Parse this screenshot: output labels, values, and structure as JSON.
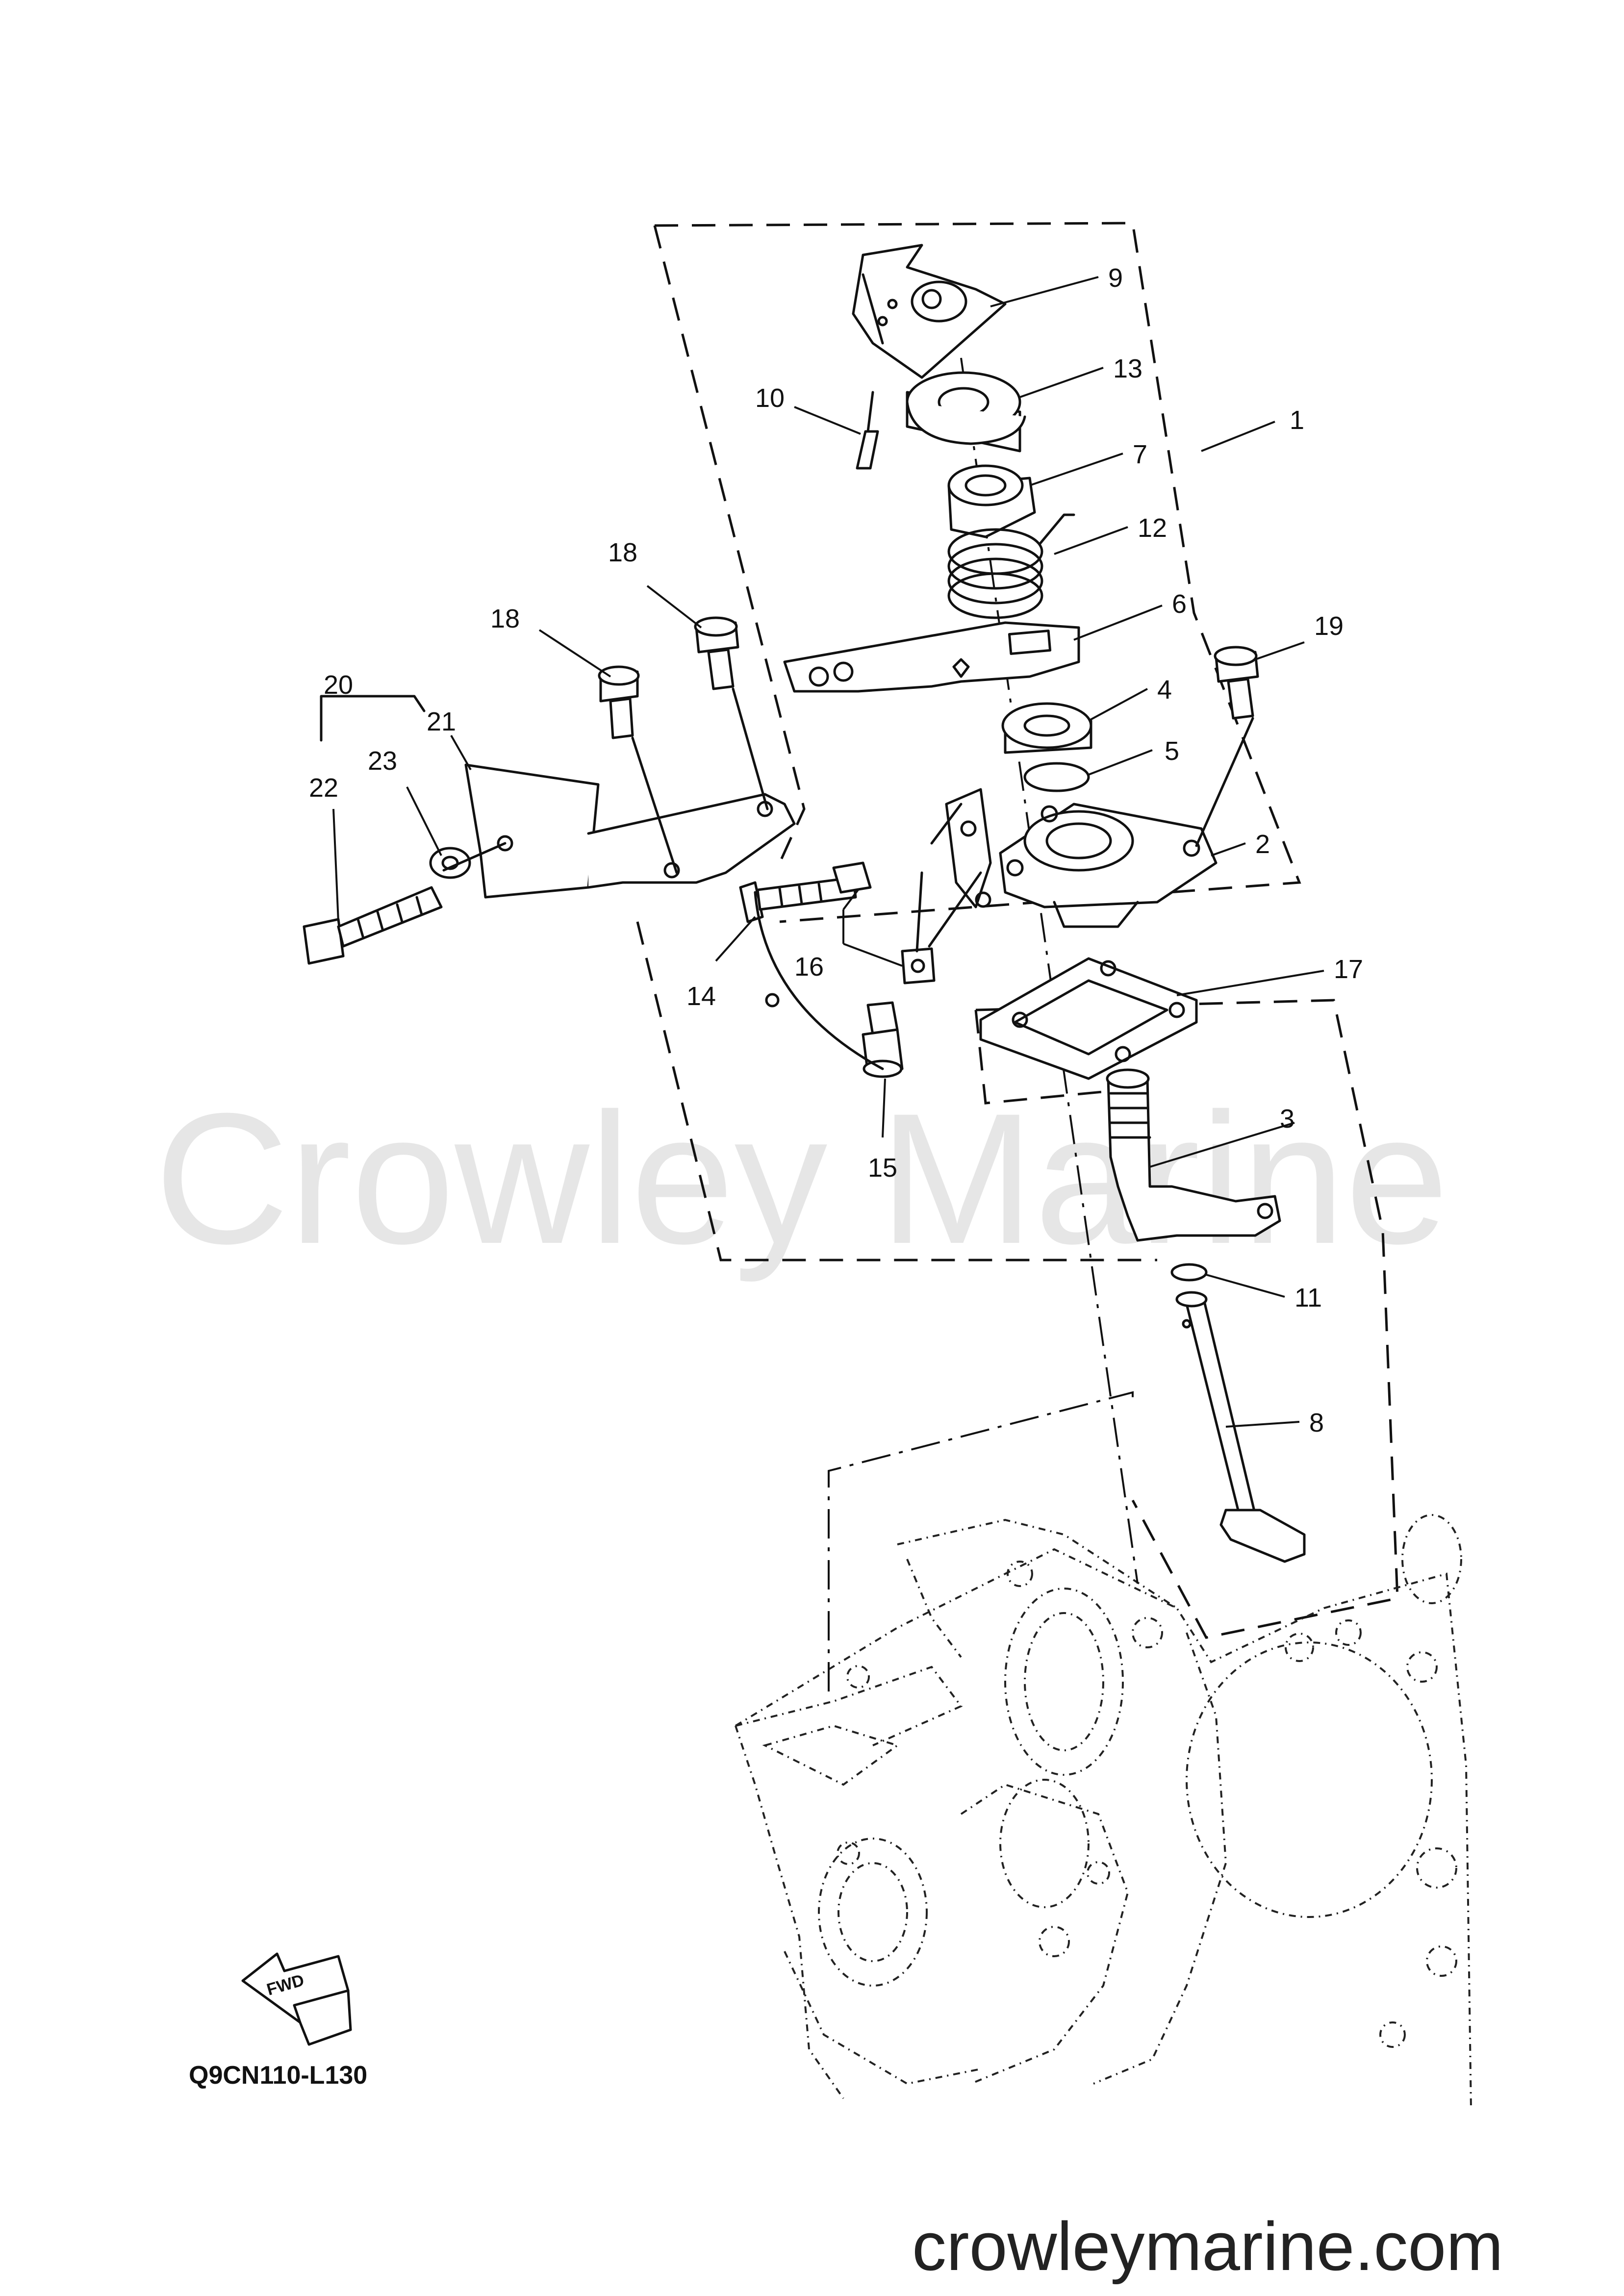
{
  "diagram": {
    "callouts": [
      "1",
      "2",
      "3",
      "4",
      "5",
      "6",
      "7",
      "8",
      "9",
      "10",
      "11",
      "12",
      "13",
      "14",
      "15",
      "16",
      "17",
      "18",
      "18",
      "19",
      "20",
      "21",
      "22",
      "23"
    ],
    "fwd_label": "FWD",
    "drawing_code": "Q9CN110-L130",
    "watermark": "Crowley Marine",
    "site_url": "crowleymarine.com"
  }
}
